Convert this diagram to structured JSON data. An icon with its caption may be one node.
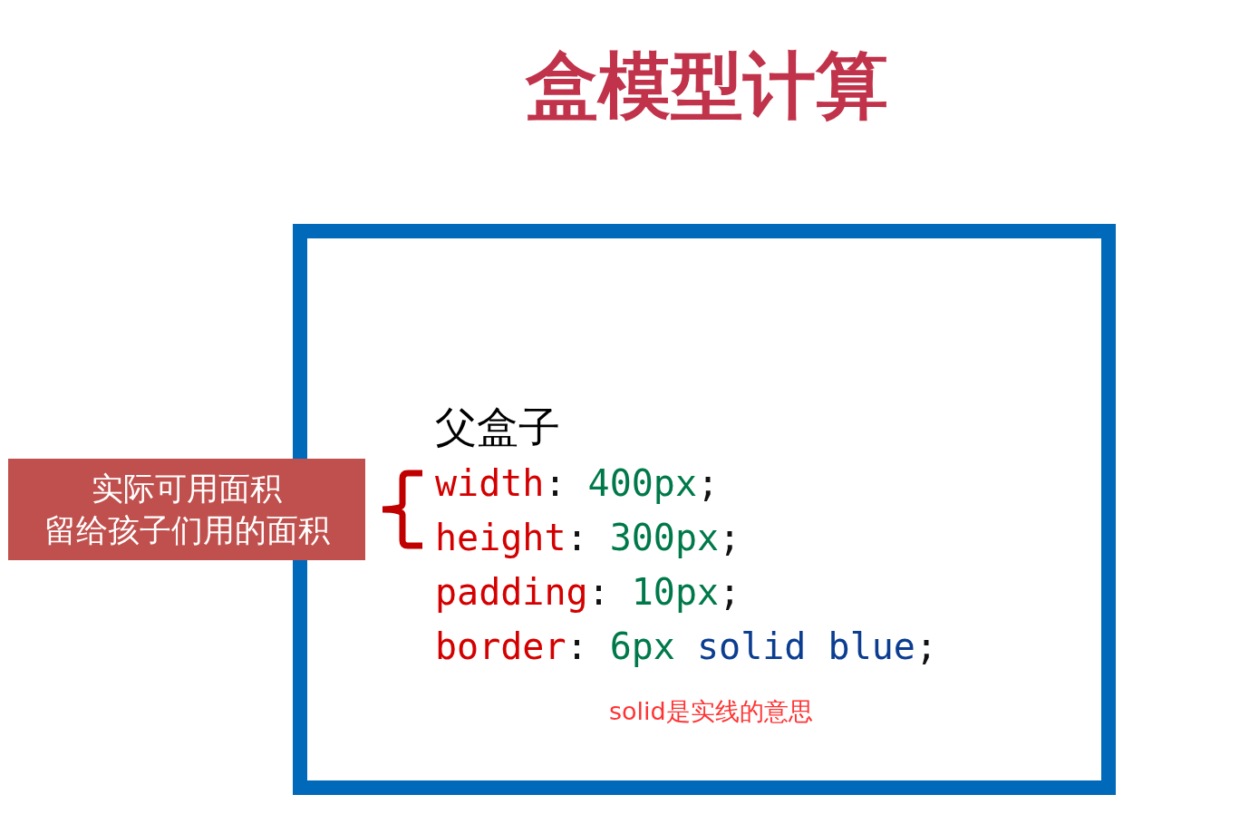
{
  "diagram": {
    "title": "盒模型计算",
    "nodes": [
      {
        "text": [
          "父盒子",
          "width: 400px;",
          "height: 300px;",
          "padding: 10px;",
          "border: 6px solid blue;",
          "solid是实线的意思"
        ]
      },
      {
        "text": [
          "实际可用面积",
          "留给孩子们用的面积"
        ]
      }
    ]
  }
}
